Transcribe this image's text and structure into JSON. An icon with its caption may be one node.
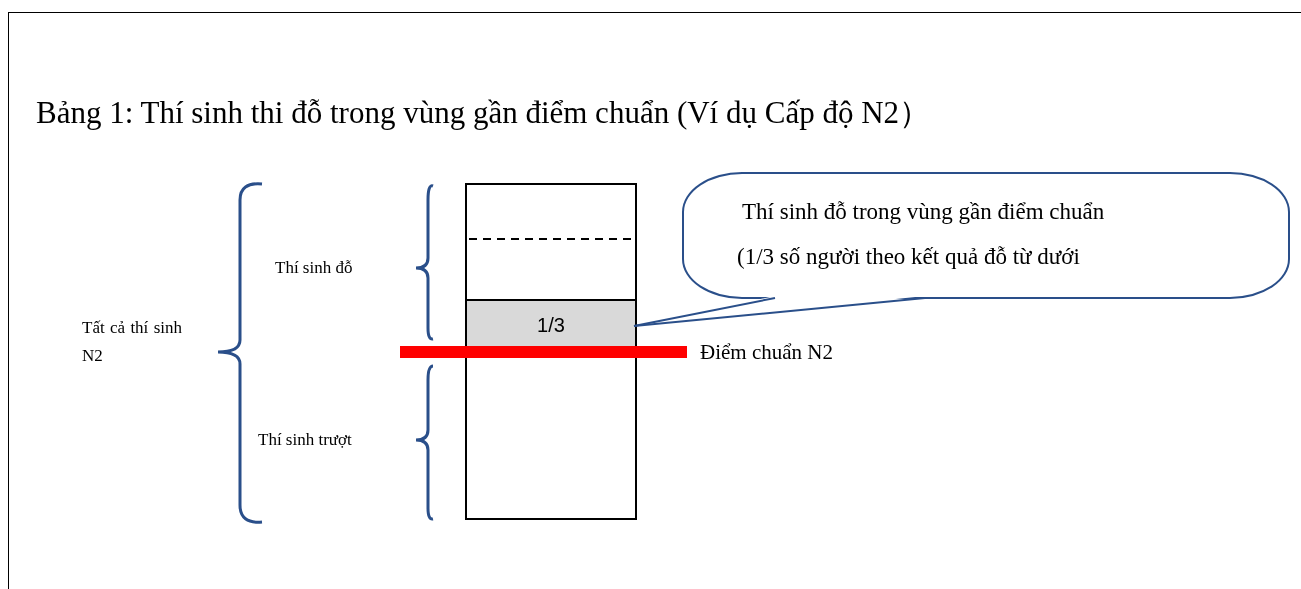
{
  "diagram": {
    "title": "Bảng 1: Thí sinh thi đỗ trong vùng gần điểm chuẩn (Ví dụ Cấp độ N2）",
    "nodes": [
      {
        "text": [],
        "shape": "box"
      },
      {
        "text": [
          "1/3"
        ],
        "in": 0
      },
      {
        "text": [
          "Thí sinh đỗ trong vùng gần điểm chuẩn",
          "(1/3 số người theo kết quả đỗ từ dưới"
        ]
      }
    ],
    "edges": [
      {
        "from": 2,
        "to": 1,
        "arrow": "none"
      }
    ],
    "labels": [
      "Thí sinh đỗ",
      "Tất cả thí sinh N2",
      "Điểm chuẩn N2",
      "Thí sinh trượt"
    ]
  }
}
